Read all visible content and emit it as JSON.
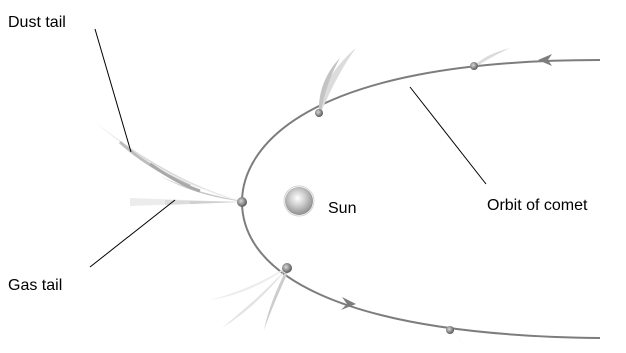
{
  "labels": {
    "dust_tail": "Dust tail",
    "gas_tail": "Gas tail",
    "sun": "Sun",
    "orbit": "Orbit of comet"
  },
  "colors": {
    "orbit": "#7d7d7d",
    "tail_light": "#e3e3e3",
    "tail_mid": "#c9c9c9",
    "tail_dark": "#b0b0b0",
    "nucleus": "#6a6a6a",
    "sun_core": "#ffffff",
    "sun_edge": "#8e8e8e",
    "leader": "#000000"
  }
}
